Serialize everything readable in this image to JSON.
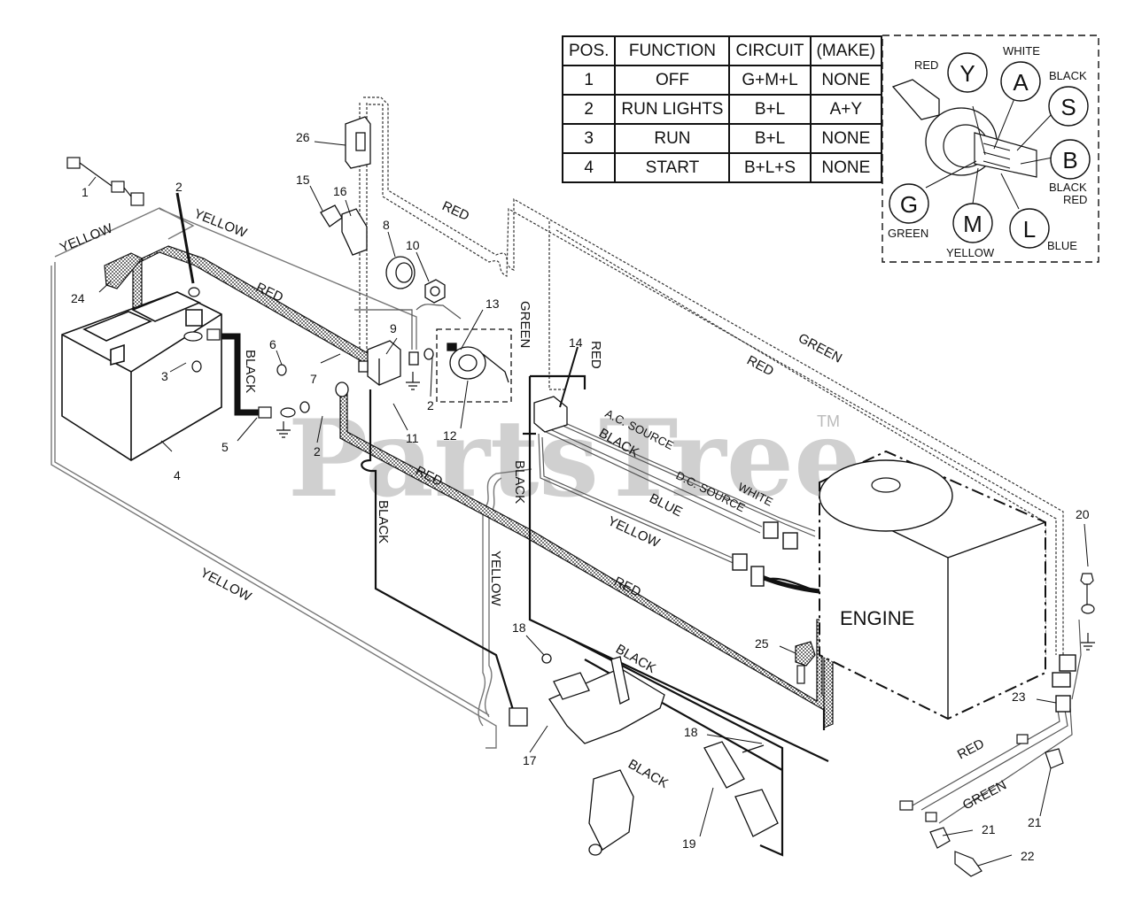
{
  "table": {
    "headers": [
      "POS.",
      "FUNCTION",
      "CIRCUIT",
      "(MAKE)"
    ],
    "rows": [
      [
        "1",
        "OFF",
        "G+M+L",
        "NONE"
      ],
      [
        "2",
        "RUN LIGHTS",
        "B+L",
        "A+Y"
      ],
      [
        "3",
        "RUN",
        "B+L",
        "NONE"
      ],
      [
        "4",
        "START",
        "B+L+S",
        "NONE"
      ]
    ]
  },
  "switch_terminals": {
    "Y": "Y",
    "A": "A",
    "S": "S",
    "B": "B",
    "G": "G",
    "M": "M",
    "L": "L",
    "red": "RED",
    "white": "WHITE",
    "black_top": "BLACK",
    "black_red_1": "BLACK",
    "black_red_2": "RED",
    "green": "GREEN",
    "yellow": "YELLOW",
    "blue": "BLUE"
  },
  "wires": {
    "yellow_1": "YELLOW",
    "yellow_2": "YELLOW",
    "yellow_3": "YELLOW",
    "yellow_4": "YELLOW",
    "yellow_5": "YELLOW",
    "red_1": "RED",
    "red_2": "RED",
    "red_3": "RED",
    "red_4": "RED",
    "red_5": "RED",
    "red_6": "RED",
    "red_7": "RED",
    "black_1": "BLACK",
    "black_2": "BLACK",
    "black_3": "BLACK",
    "black_4": "BLACK",
    "black_5": "BLACK",
    "black_6": "BLACK",
    "green_1": "GREEN",
    "green_2": "GREEN",
    "green_3": "GREEN",
    "white": "WHITE",
    "blue": "BLUE",
    "ac_source": "A.C. SOURCE",
    "dc_source": "D.C. SOURCE"
  },
  "engine_label": "ENGINE",
  "watermark": "PartsTree",
  "trademark": "TM",
  "part_numbers": {
    "p1": "1",
    "p2a": "2",
    "p2b": "2",
    "p2c": "2",
    "p3": "3",
    "p4": "4",
    "p5": "5",
    "p6": "6",
    "p7": "7",
    "p8": "8",
    "p9": "9",
    "p10": "10",
    "p11": "11",
    "p12": "12",
    "p13": "13",
    "p14": "14",
    "p15": "15",
    "p16": "16",
    "p17": "17",
    "p18a": "18",
    "p18b": "18",
    "p19": "19",
    "p20": "20",
    "p21a": "21",
    "p21b": "21",
    "p22": "22",
    "p23": "23",
    "p24": "24",
    "p25": "25",
    "p26": "26"
  }
}
